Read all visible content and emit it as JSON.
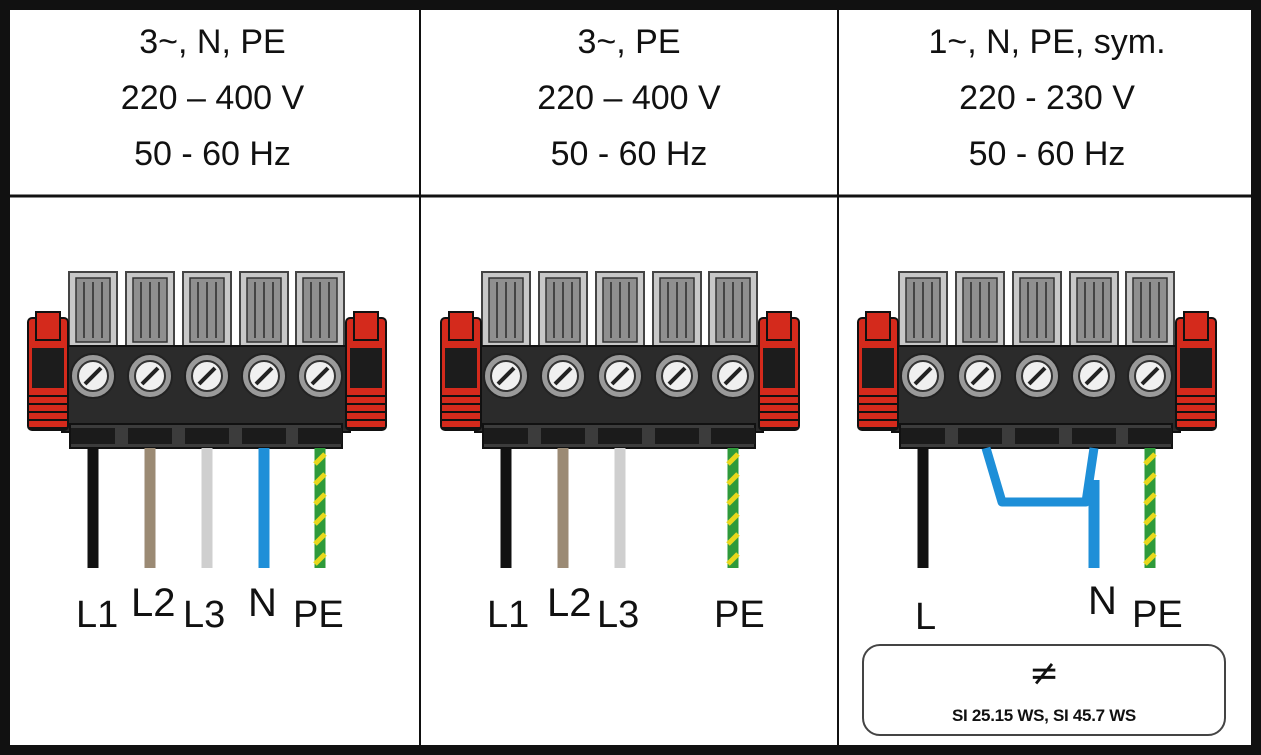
{
  "columns": [
    {
      "header": [
        "3~, N, PE",
        "220 – 400 V",
        "50 - 60 Hz"
      ],
      "wire_labels": [
        "L1",
        "L2",
        "L3",
        "N",
        "PE"
      ]
    },
    {
      "header": [
        "3~, PE",
        "220 – 400 V",
        "50 - 60 Hz"
      ],
      "wire_labels": [
        "L1",
        "L2",
        "L3",
        "PE"
      ]
    },
    {
      "header": [
        "1~, N, PE, sym.",
        "220 - 230 V",
        "50 - 60 Hz"
      ],
      "wire_labels": [
        "L",
        "N",
        "PE"
      ],
      "note": {
        "symbol": "≠",
        "text": "SI 25.15 WS, SI 45.7 WS"
      }
    }
  ],
  "colors": {
    "housing": "#2b2b2b",
    "clamp": "#9a9a9a",
    "latch": "#d42a1c",
    "wire_l1": "#111111",
    "wire_l2": "#9b8a74",
    "wire_l3": "#cfcfcf",
    "wire_n": "#1e8fd8",
    "wire_pe_green": "#2e9a3a",
    "wire_pe_yellow": "#e8d81c"
  }
}
